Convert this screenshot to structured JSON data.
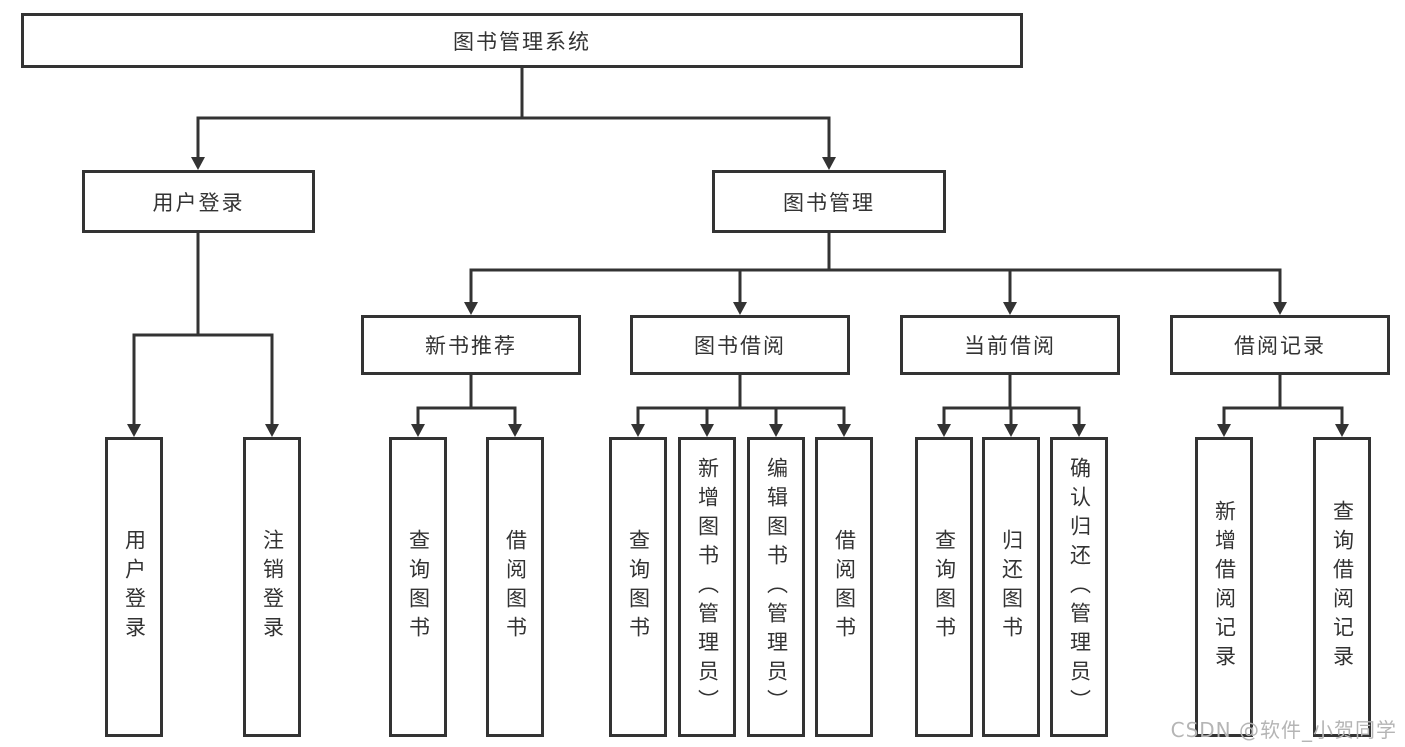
{
  "diagram_type": "tree",
  "colors": {
    "line": "#333333",
    "text": "#333333",
    "background": "#ffffff",
    "watermark": "#b5b5b5"
  },
  "root": {
    "label": "图书管理系统",
    "children": [
      {
        "label": "用户登录",
        "children": [
          {
            "label": "用户登录"
          },
          {
            "label": "注销登录"
          }
        ]
      },
      {
        "label": "图书管理",
        "children": [
          {
            "label": "新书推荐",
            "children": [
              {
                "label": "查询图书"
              },
              {
                "label": "借阅图书"
              }
            ]
          },
          {
            "label": "图书借阅",
            "children": [
              {
                "label": "查询图书"
              },
              {
                "label": "新增图书（管理员）"
              },
              {
                "label": "编辑图书（管理员）"
              },
              {
                "label": "借阅图书"
              }
            ]
          },
          {
            "label": "当前借阅",
            "children": [
              {
                "label": "查询图书"
              },
              {
                "label": "归还图书"
              },
              {
                "label": "确认归还（管理员）"
              }
            ]
          },
          {
            "label": "借阅记录",
            "children": [
              {
                "label": "新增借阅记录"
              },
              {
                "label": "查询借阅记录"
              }
            ]
          }
        ]
      }
    ]
  },
  "watermark": {
    "text": "CSDN @软件_小贺同学"
  }
}
